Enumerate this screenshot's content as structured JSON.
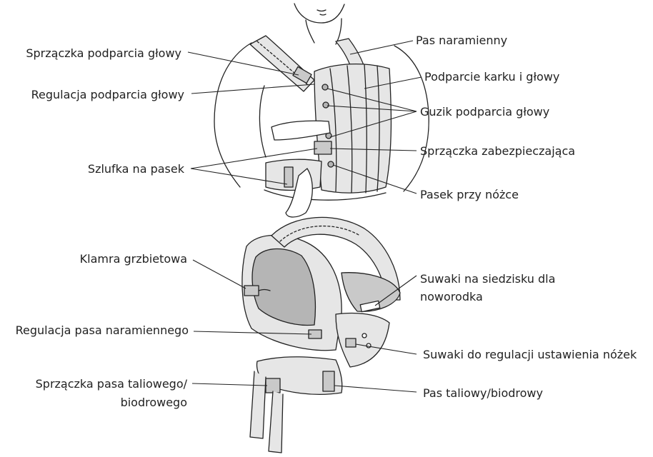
{
  "labels": {
    "sprzaczka_podparcia_glowy": "Sprzączka podparcia głowy",
    "regulacja_podparcia_glowy": "Regulacja podparcia głowy",
    "szlufka_na_pasek": "Szlufka na pasek",
    "pas_naramienny": "Pas naramienny",
    "podparcie_karku_i_glowy": "Podparcie karku i głowy",
    "guzik_podparcia_glowy": "Guzik podparcia głowy",
    "sprzaczka_zabezpieczajaca": "Sprzączka zabezpieczająca",
    "pasek_przy_nozce": "Pasek przy nóżce",
    "klamra_grzbietowa": "Klamra grzbietowa",
    "regulacja_pasa_naramiennego": "Regulacja pasa naramiennego",
    "sprzaczka_pasa_taliowego_line1": "Sprzączka pasa taliowego/",
    "sprzaczka_pasa_taliowego_line2": "biodrowego",
    "suwaki_na_siedzisku_line1": "Suwaki na siedzisku dla",
    "suwaki_na_siedzisku_line2": "noworodka",
    "suwaki_do_regulacji": "Suwaki do regulacji ustawienia nóżek",
    "pas_taliowy_biodrowy": "Pas taliowy/biodrowy"
  },
  "colors": {
    "line": "#222222",
    "fabric": "#e6e6e6",
    "fabric_dark": "#c9c9c9",
    "inner": "#b5b5b5",
    "skin": "#ffffff"
  }
}
